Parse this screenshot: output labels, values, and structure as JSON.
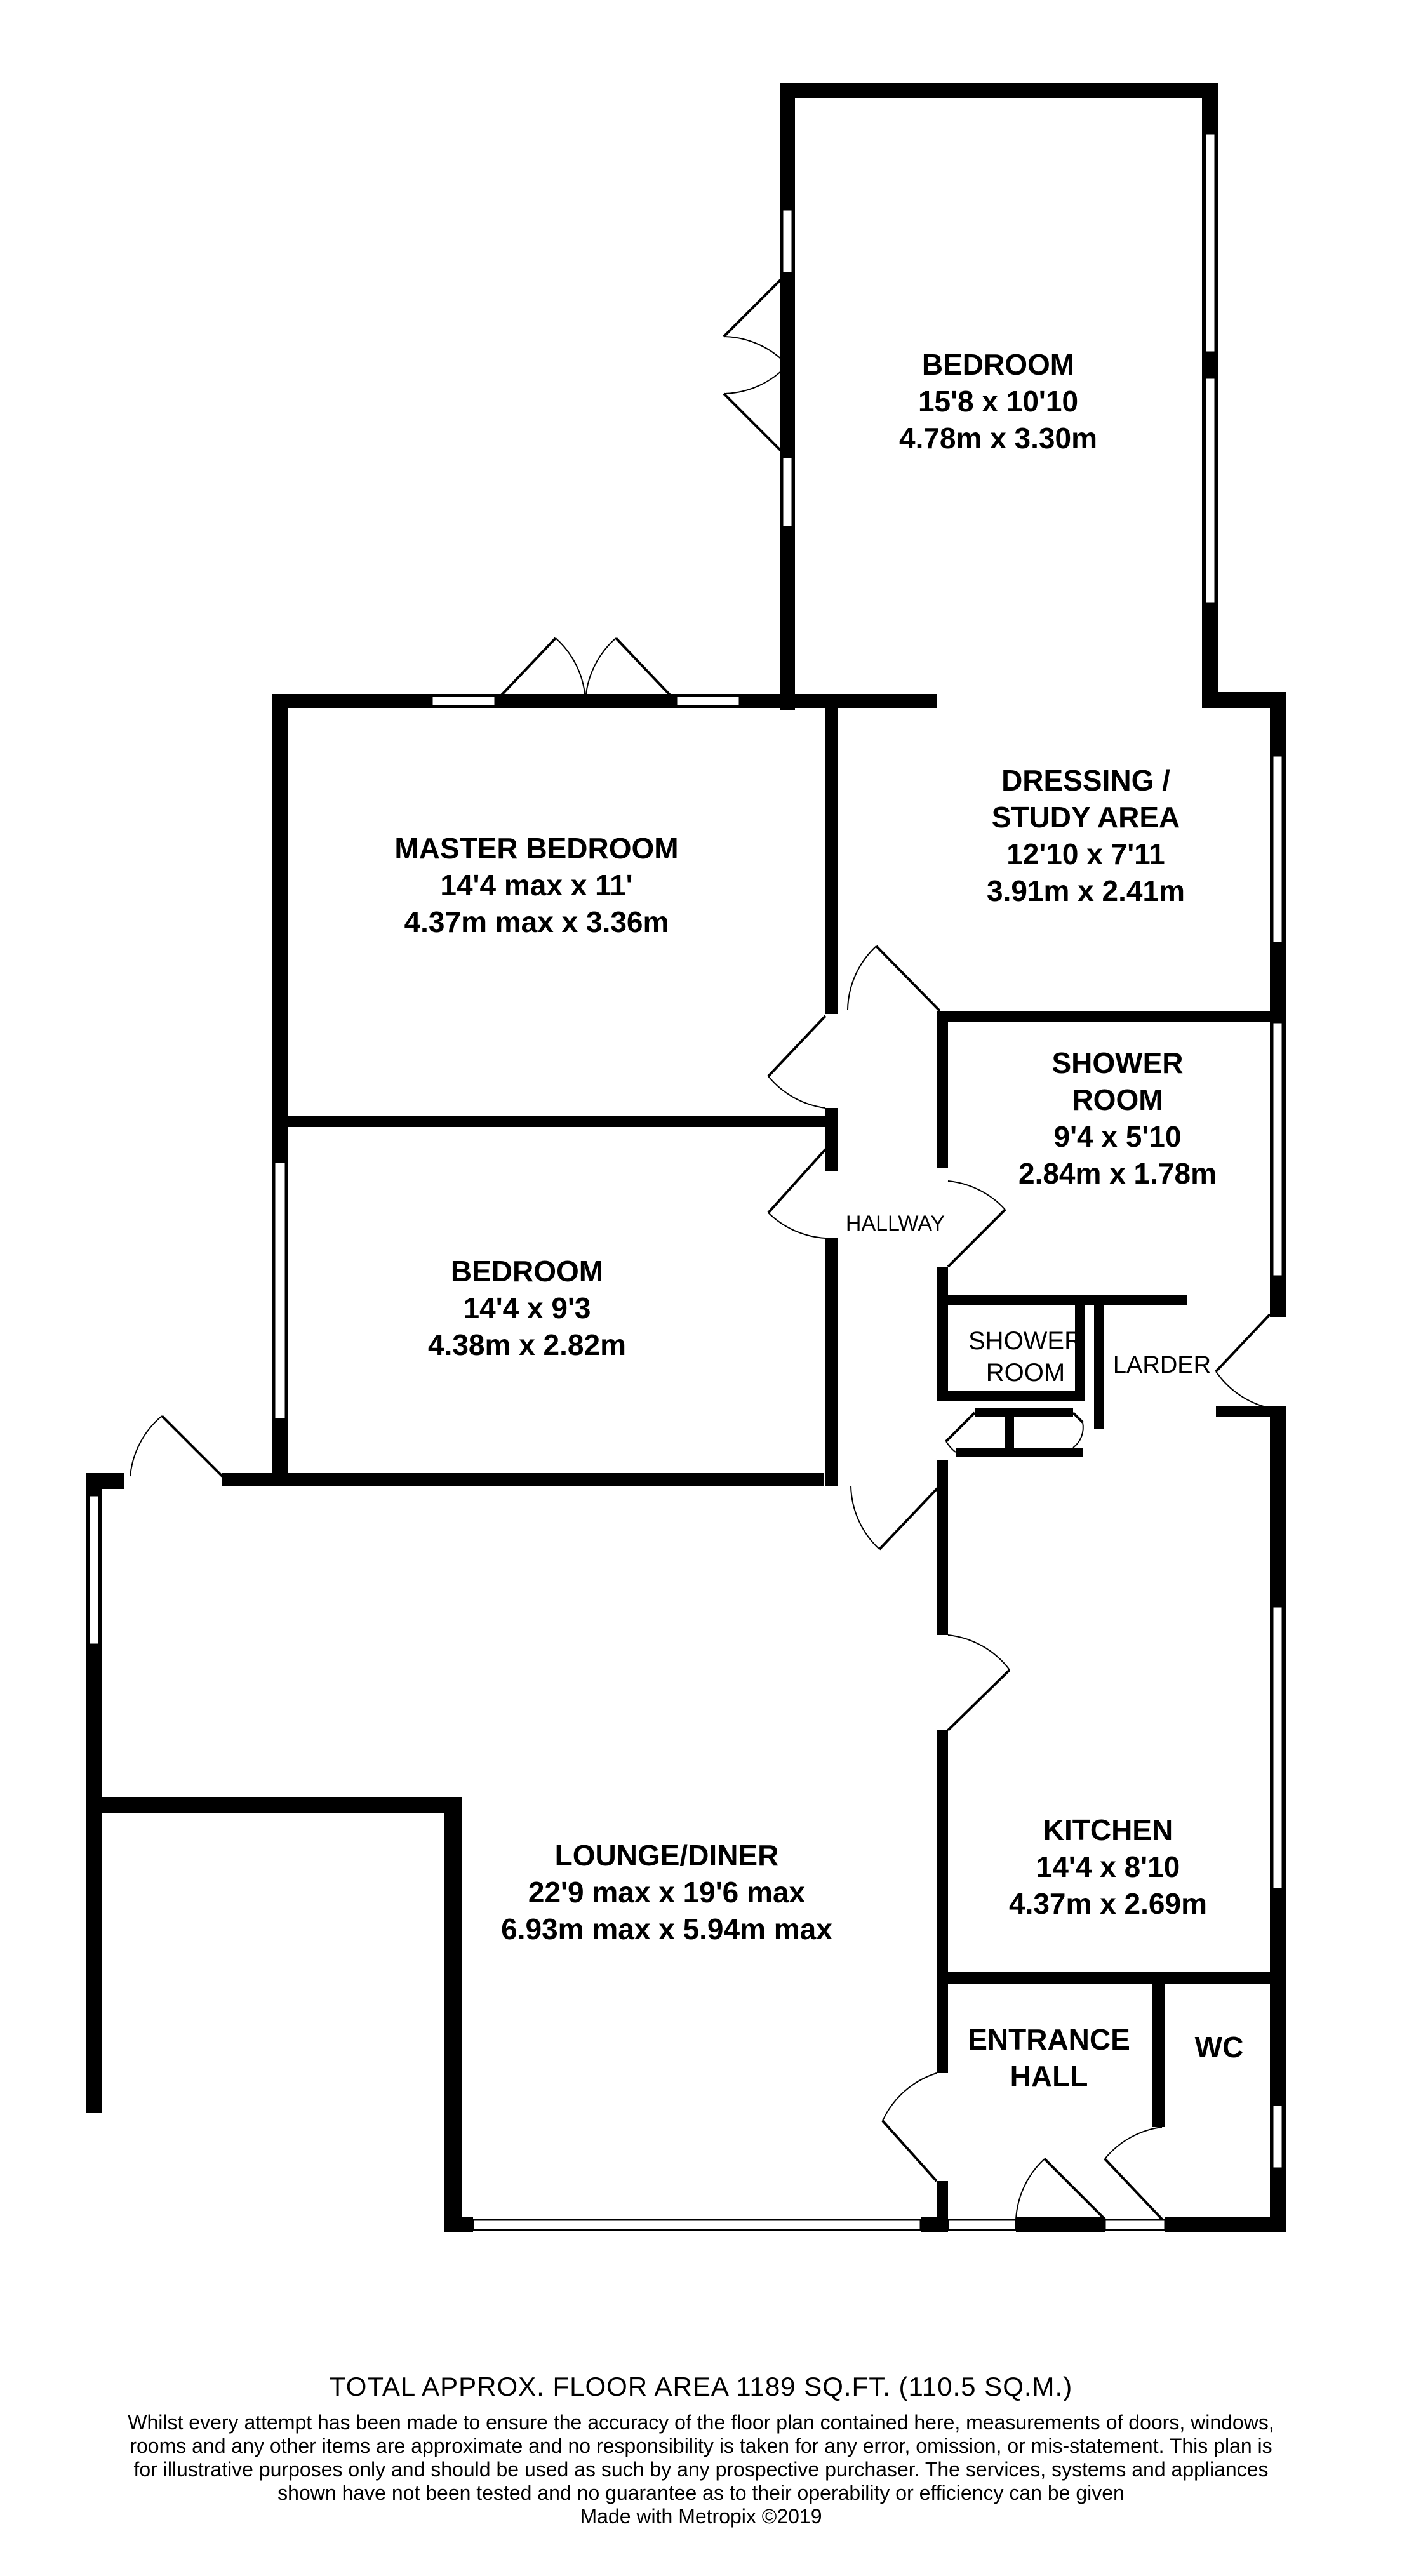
{
  "rooms": {
    "bedroom_top": {
      "name": "BEDROOM",
      "imperial": "15'8 x 10'10",
      "metric": "4.78m x 3.30m"
    },
    "dressing": {
      "name_line1": "DRESSING /",
      "name_line2": "STUDY AREA",
      "imperial": "12'10 x 7'11",
      "metric": "3.91m x 2.41m"
    },
    "master": {
      "name": "MASTER BEDROOM",
      "imperial": "14'4 max x 11'",
      "metric": "4.37m max x 3.36m"
    },
    "shower_room": {
      "name_line1": "SHOWER",
      "name_line2": "ROOM",
      "imperial": "9'4 x 5'10",
      "metric": "2.84m x 1.78m"
    },
    "hallway": {
      "name": "HALLWAY"
    },
    "bedroom_mid": {
      "name": "BEDROOM",
      "imperial": "14'4 x 9'3",
      "metric": "4.38m x 2.82m"
    },
    "shower_small": {
      "name_line1": "SHOWER",
      "name_line2": "ROOM"
    },
    "larder": {
      "name": "LARDER"
    },
    "lounge": {
      "name": "LOUNGE/DINER",
      "imperial": "22'9 max x 19'6 max",
      "metric": "6.93m max x 5.94m max"
    },
    "kitchen": {
      "name": "KITCHEN",
      "imperial": "14'4 x 8'10",
      "metric": "4.37m x 2.69m"
    },
    "entrance": {
      "name_line1": "ENTRANCE",
      "name_line2": "HALL"
    },
    "wc": {
      "name": "WC"
    }
  },
  "footer": {
    "total_area": "TOTAL APPROX. FLOOR AREA 1189 SQ.FT. (110.5 SQ.M.)",
    "disclaimer": "Whilst every attempt has been made to ensure the accuracy of the floor plan contained here, measurements of doors, windows, rooms and any other items are approximate and no responsibility is taken for any error, omission, or mis-statement. This plan is for illustrative purposes only and should be used as such by any prospective purchaser. The services, systems and appliances shown have not been tested and no guarantee as to their operability or efficiency can be given",
    "credit": "Made with Metropix ©2019"
  }
}
